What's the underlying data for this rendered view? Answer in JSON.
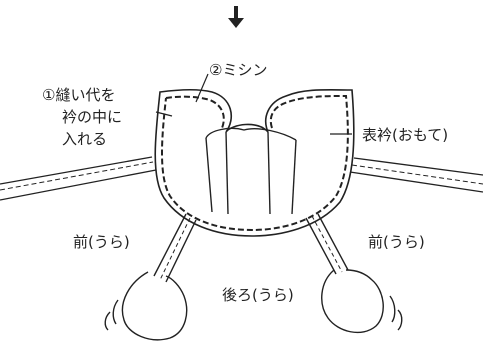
{
  "diagram": {
    "arrow_glyph": "↓",
    "labels": {
      "sewing_machine": "②ミシン",
      "seam_allowance_line1": "①縫い代を",
      "seam_allowance_line2": "衿の中に",
      "seam_allowance_line3": "入れる",
      "outer_collar": "表衿(おもて)",
      "front_left": "前(うら)",
      "front_right": "前(うら)",
      "back": "後ろ(うら)"
    },
    "colors": {
      "ink": "#222222",
      "background": "#ffffff"
    }
  }
}
